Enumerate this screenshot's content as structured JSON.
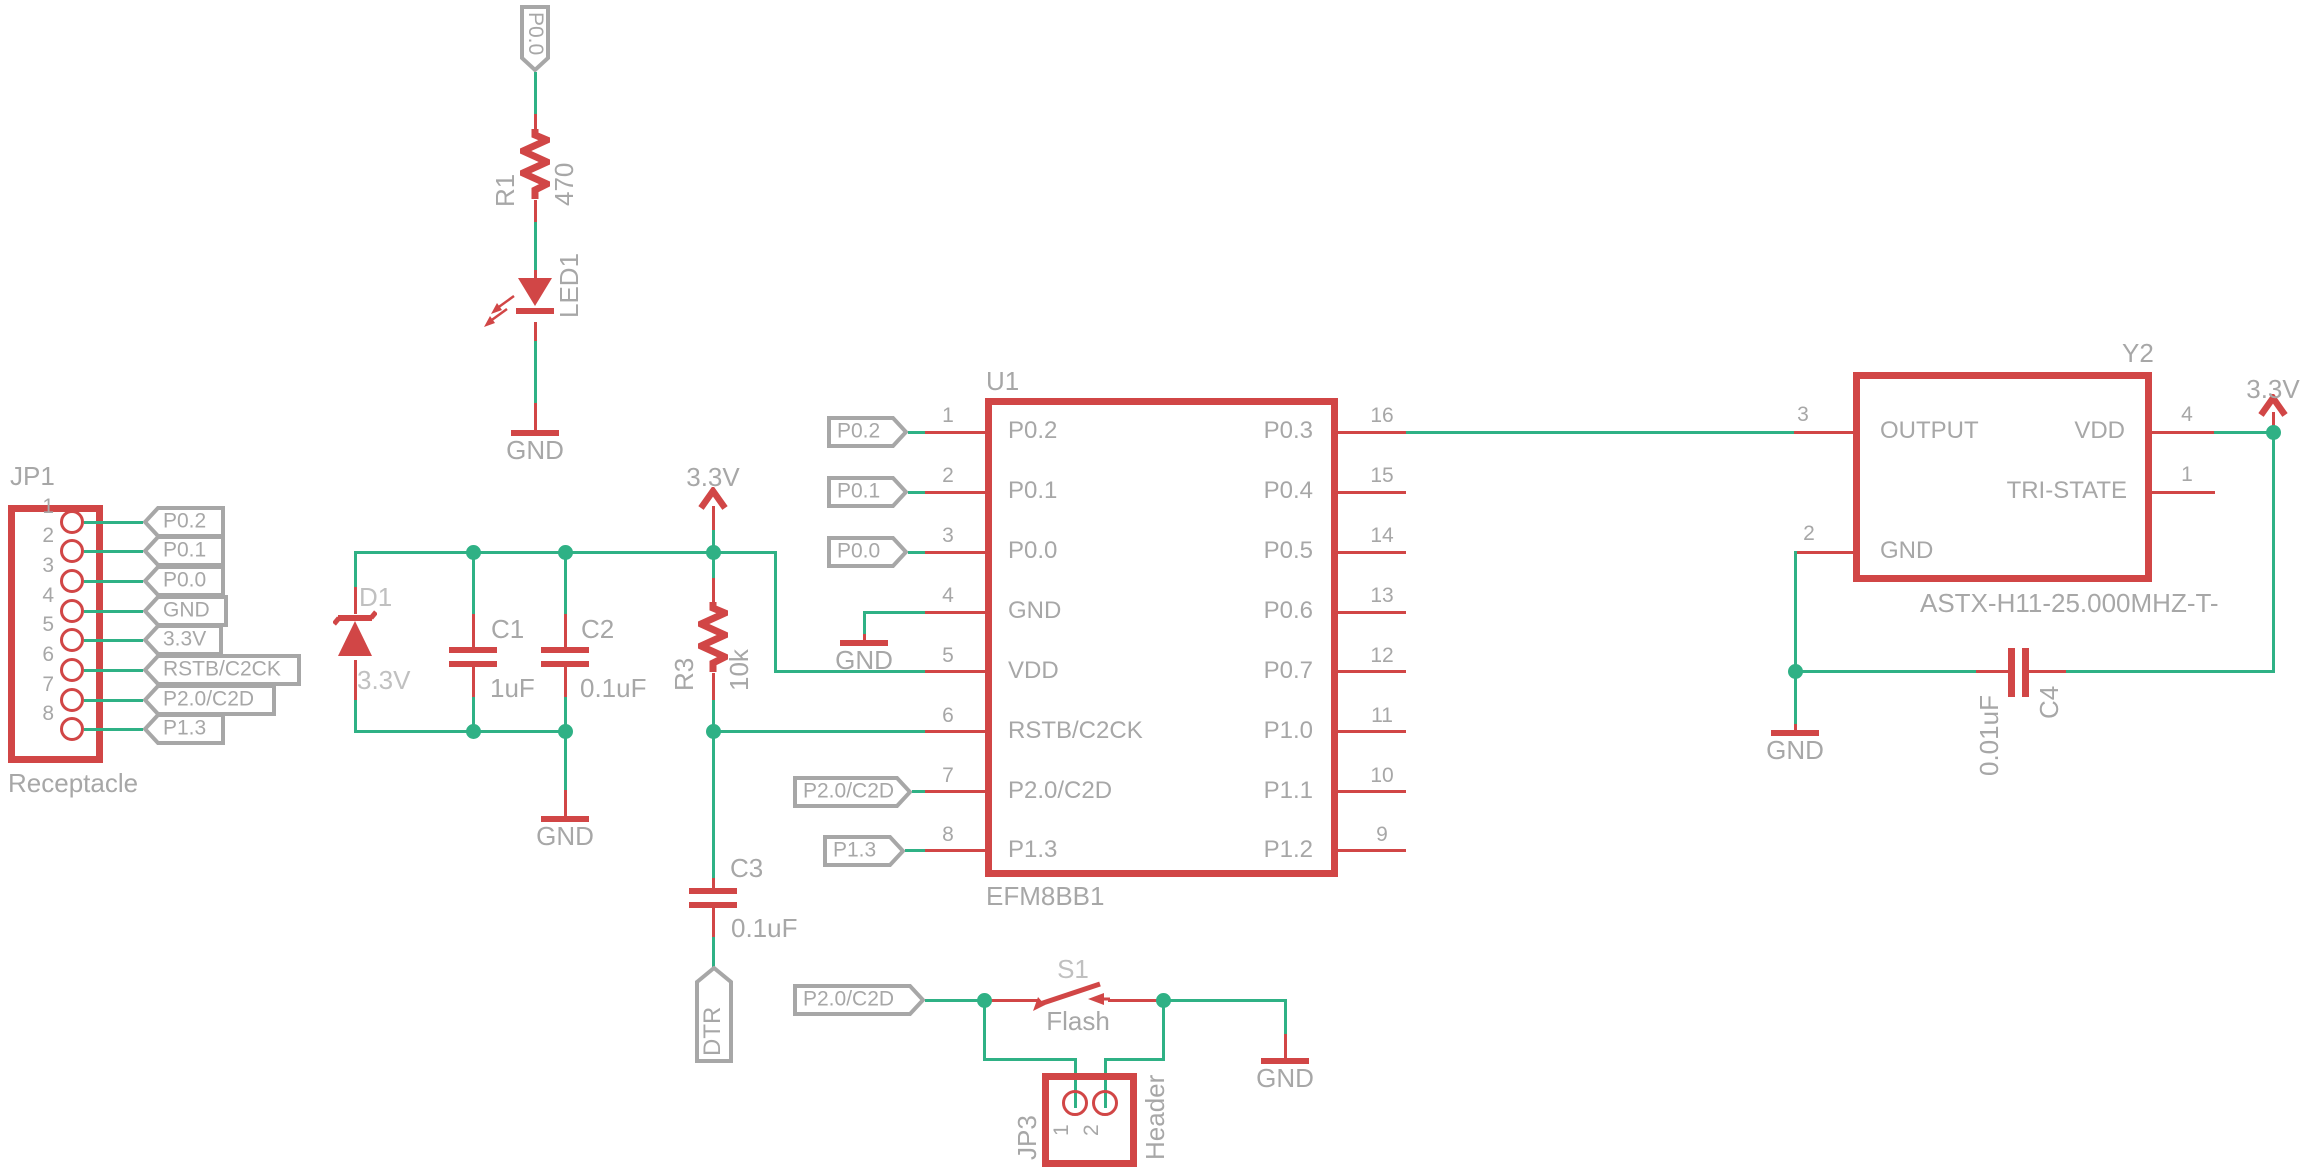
{
  "colors": {
    "component_red": "#d14646",
    "wire_green": "#2fb185",
    "label_gray": "#a7a7a7",
    "label_light_gray": "#c0c0c0"
  },
  "labels": {
    "gnd": "GND",
    "v33": "3.3V"
  },
  "top_flag": {
    "net": "P0.0"
  },
  "jp1": {
    "ref": "JP1",
    "value": "Receptacle",
    "pins": [
      {
        "num": "1",
        "flag": "P0.2"
      },
      {
        "num": "2",
        "flag": "P0.1"
      },
      {
        "num": "3",
        "flag": "P0.0"
      },
      {
        "num": "4",
        "flag": "GND"
      },
      {
        "num": "5",
        "flag": "3.3V"
      },
      {
        "num": "6",
        "flag": "RSTB/C2CK"
      },
      {
        "num": "7",
        "flag": "P2.0/C2D"
      },
      {
        "num": "8",
        "flag": "P1.3"
      }
    ]
  },
  "r1": {
    "ref": "R1",
    "value": "470"
  },
  "led1": {
    "ref": "LED1"
  },
  "d1": {
    "ref": "D1",
    "value": "3.3V"
  },
  "c1": {
    "ref": "C1",
    "value": "1uF"
  },
  "c2": {
    "ref": "C2",
    "value": "0.1uF"
  },
  "c3": {
    "ref": "C3",
    "value": "0.1uF"
  },
  "c4": {
    "ref": "C4",
    "value": "0.01uF"
  },
  "r3": {
    "ref": "R3",
    "value": "10k"
  },
  "dtr_flag": {
    "net": "DTR"
  },
  "u1": {
    "ref": "U1",
    "value": "EFM8BB1",
    "left_pins": [
      {
        "num": "1",
        "name": "P0.2"
      },
      {
        "num": "2",
        "name": "P0.1"
      },
      {
        "num": "3",
        "name": "P0.0"
      },
      {
        "num": "4",
        "name": "GND"
      },
      {
        "num": "5",
        "name": "VDD"
      },
      {
        "num": "6",
        "name": "RSTB/C2CK"
      },
      {
        "num": "7",
        "name": "P2.0/C2D"
      },
      {
        "num": "8",
        "name": "P1.3"
      }
    ],
    "right_pins": [
      {
        "num": "16",
        "name": "P0.3"
      },
      {
        "num": "15",
        "name": "P0.4"
      },
      {
        "num": "14",
        "name": "P0.5"
      },
      {
        "num": "13",
        "name": "P0.6"
      },
      {
        "num": "12",
        "name": "P0.7"
      },
      {
        "num": "11",
        "name": "P1.0"
      },
      {
        "num": "10",
        "name": "P1.1"
      },
      {
        "num": "9",
        "name": "P1.2"
      }
    ],
    "left_flags": {
      "pin1": "P0.2",
      "pin2": "P0.1",
      "pin3": "P0.0",
      "pin7": "P2.0/C2D",
      "pin8": "P1.3"
    }
  },
  "y2": {
    "ref": "Y2",
    "value": "ASTX-H11-25.000MHZ-T-",
    "pins": {
      "output": {
        "num": "3",
        "name": "OUTPUT"
      },
      "tristate": {
        "num": "1",
        "name": "TRI-STATE"
      },
      "gnd": {
        "num": "2",
        "name": "GND"
      },
      "vdd": {
        "num": "4",
        "name": "VDD"
      }
    }
  },
  "s1": {
    "ref": "S1",
    "value": "Flash"
  },
  "switch_flag": {
    "net": "P2.0/C2D"
  },
  "jp3": {
    "ref": "JP3",
    "value": "Header",
    "pins": [
      {
        "num": "1"
      },
      {
        "num": "2"
      }
    ]
  }
}
